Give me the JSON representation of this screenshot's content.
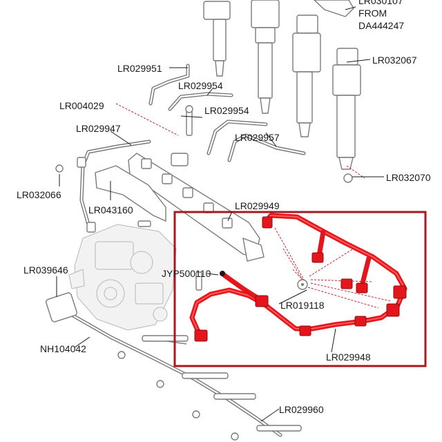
{
  "labels": {
    "top_partial": "LR030107",
    "from_line": "FROM",
    "from_number": "DA444247",
    "lr032067": "LR032067",
    "lr029951": "LR029951",
    "lr029954_a": "LR029954",
    "lr004029": "LR004029",
    "lr029954_b": "LR029954",
    "lr029947": "LR029947",
    "lr029957": "LR029957",
    "lr032070": "LR032070",
    "lr032066": "LR032066",
    "lr043160": "LR043160",
    "lr029949": "LR029949",
    "lr039646": "LR039646",
    "jyp500110": "JYP500110",
    "lr019118": "LR019118",
    "nh104042": "NH104042",
    "lr029948": "LR029948",
    "lr029960": "LR029960"
  },
  "colors": {
    "highlight_frame": "#a6191e",
    "harness": "#e4161c",
    "line_art": "#6f6f6f",
    "text": "#1a1a1a"
  }
}
